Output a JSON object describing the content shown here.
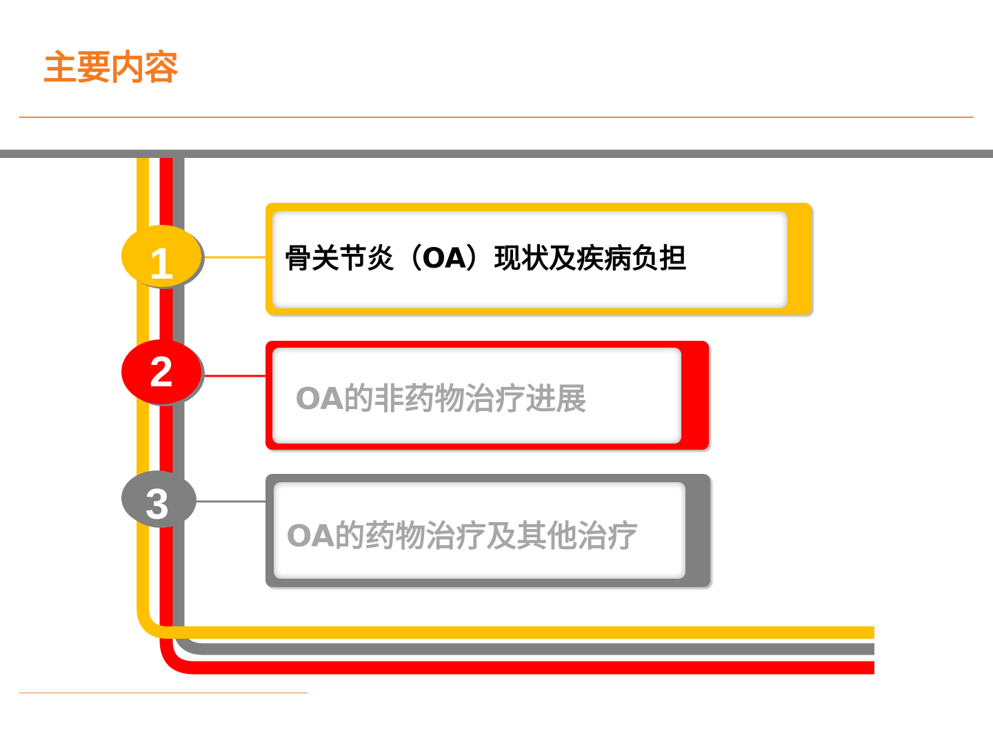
{
  "title": "主要内容",
  "colors": {
    "yellow": "#ffc000",
    "red": "#ff0000",
    "gray": "#808080",
    "orange": "#f47a20"
  },
  "items": [
    {
      "number": "1",
      "label": "骨关节炎（OA）现状及疾病负担"
    },
    {
      "number": "2",
      "label": "OA的非药物治疗进展"
    },
    {
      "number": "3",
      "label": "OA的药物治疗及其他治疗"
    }
  ]
}
